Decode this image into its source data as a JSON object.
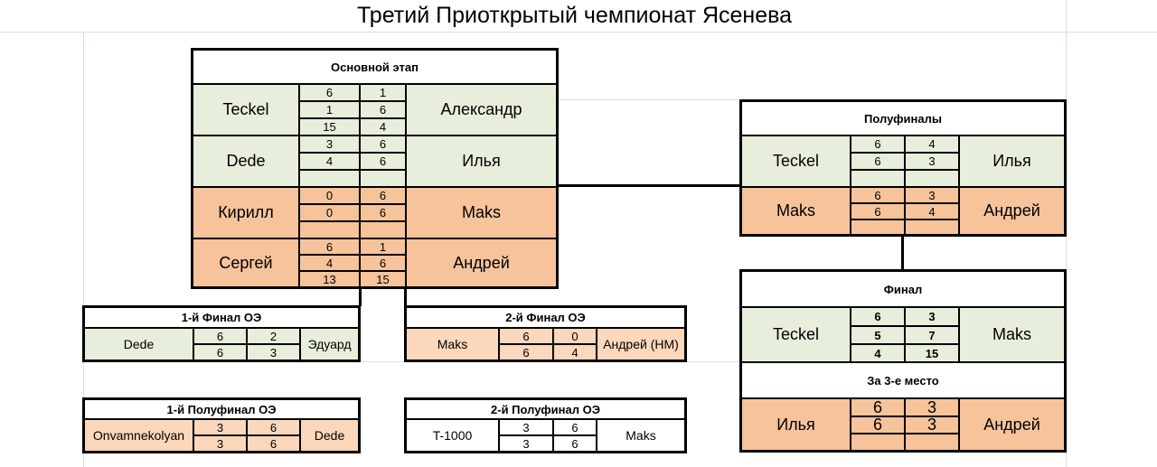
{
  "title": "Третий Приоткрытый чемпионат Ясенева",
  "main_stage": {
    "header": "Основной этап",
    "matches": [
      {
        "left": "Teckel",
        "right": "Александр",
        "scores": [
          [
            "6",
            "1"
          ],
          [
            "1",
            "6"
          ],
          [
            "15",
            "4"
          ]
        ],
        "color": "#e7efdc"
      },
      {
        "left": "Dede",
        "right": "Илья",
        "scores": [
          [
            "3",
            "6"
          ],
          [
            "4",
            "6"
          ],
          [
            "",
            ""
          ]
        ],
        "color": "#e7efdc"
      },
      {
        "left": "Кирилл",
        "right": "Maks",
        "scores": [
          [
            "0",
            "6"
          ],
          [
            "0",
            "6"
          ],
          [
            "",
            ""
          ]
        ],
        "color": "#f6c39a"
      },
      {
        "left": "Сергей",
        "right": "Андрей",
        "scores": [
          [
            "6",
            "1"
          ],
          [
            "4",
            "6"
          ],
          [
            "13",
            "15"
          ]
        ],
        "color": "#f6c39a"
      }
    ]
  },
  "semifinals": {
    "header": "Полуфиналы",
    "matches": [
      {
        "left": "Teckel",
        "right": "Илья",
        "scores": [
          [
            "6",
            "4"
          ],
          [
            "6",
            "3"
          ],
          [
            "",
            ""
          ]
        ]
      },
      {
        "left": "Maks",
        "right": "Андрей",
        "scores": [
          [
            "6",
            "3"
          ],
          [
            "6",
            "4"
          ],
          [
            "",
            ""
          ]
        ]
      }
    ]
  },
  "final": {
    "header": "Финал",
    "left": "Teckel",
    "right": "Maks",
    "scores": [
      [
        "6",
        "3"
      ],
      [
        "5",
        "7"
      ],
      [
        "4",
        "15"
      ]
    ]
  },
  "third_place": {
    "header": "За 3-е место",
    "left": "Илья",
    "right": "Андрей",
    "scores": [
      [
        "6",
        "3"
      ],
      [
        "6",
        "3"
      ],
      [
        "",
        ""
      ]
    ]
  },
  "consolation_final_1": {
    "header": "1-й Финал ОЭ",
    "left": "Dede",
    "right": "Эдуард",
    "scores": [
      [
        "6",
        "2"
      ],
      [
        "6",
        "3"
      ]
    ]
  },
  "consolation_final_2": {
    "header": "2-й Финал ОЭ",
    "left": "Maks",
    "right": "Андрей (НМ)",
    "scores": [
      [
        "6",
        "0"
      ],
      [
        "6",
        "4"
      ]
    ]
  },
  "consolation_semi_1": {
    "header": "1-й Полуфинал ОЭ",
    "left": "Onvamnekolyan",
    "right": "Dede",
    "scores": [
      [
        "3",
        "6"
      ],
      [
        "3",
        "6"
      ]
    ]
  },
  "consolation_semi_2": {
    "header": "2-й Полуфинал ОЭ",
    "left": "T-1000",
    "right": "Maks",
    "scores": [
      [
        "3",
        "6"
      ],
      [
        "3",
        "6"
      ]
    ]
  },
  "colors": {
    "green": "#e7efdc",
    "orange": "#f6c39a",
    "light_orange": "#fbd7bc",
    "grid": "#d6e3d6"
  }
}
